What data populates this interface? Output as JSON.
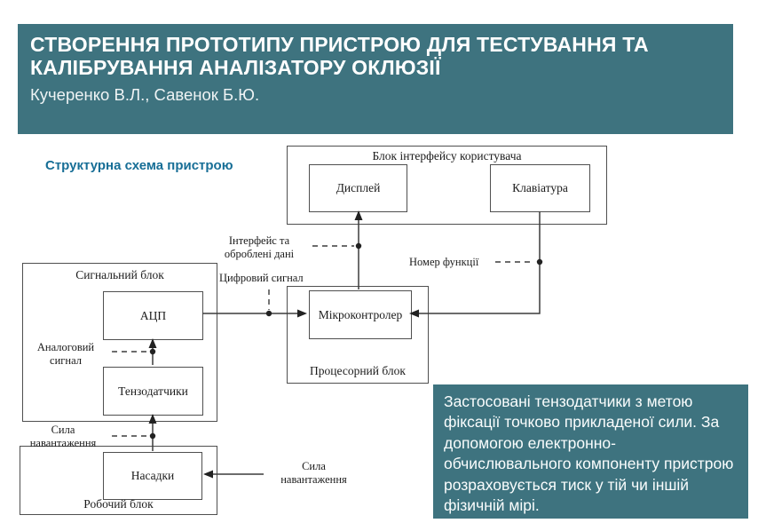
{
  "header": {
    "title_line1": "СТВОРЕННЯ ПРОТОТИПУ ПРИСТРОЮ ДЛЯ ТЕСТУВАННЯ ТА",
    "title_line2": "КАЛІБРУВАННЯ АНАЛІЗАТОРУ ОКЛЮЗІЇ",
    "authors": "Кучеренко  В.Л., Савенок Б.Ю.",
    "bg_color": "#3e737f",
    "text_color": "#ffffff"
  },
  "section_title": "Структурна схема пристрою",
  "section_title_color": "#176e96",
  "diagram": {
    "groups": {
      "ui": "Блок інтерфейсу користувача",
      "signal": "Сигнальний блок",
      "processor": "Процесорний блок",
      "work": "Робочий блок"
    },
    "nodes": {
      "display": "Дисплей",
      "keyboard": "Клавіатура",
      "adc": "АЦП",
      "strain": "Тензодатчики",
      "mcu": "Мікроконтролер",
      "tips": "Насадки"
    },
    "labels": {
      "interface": "Інтерфейс та оброблені дані",
      "digital": "Цифровий сигнал",
      "function": "Номер функції",
      "analog": "Аналоговий сигнал",
      "force_left": "Сила навантаження",
      "force_right": "Сила навантаження"
    },
    "line_color": "#3c3c3c",
    "border_color": "#4f4f4f"
  },
  "note": {
    "text": "Застосовані тензодатчики з метою фіксації точково прикладеної сили. За допомогою електронно-обчислювального компоненту пристрою розраховується тиск у тій чи іншій фізичній мірі.",
    "bg_color": "#3e737f"
  }
}
